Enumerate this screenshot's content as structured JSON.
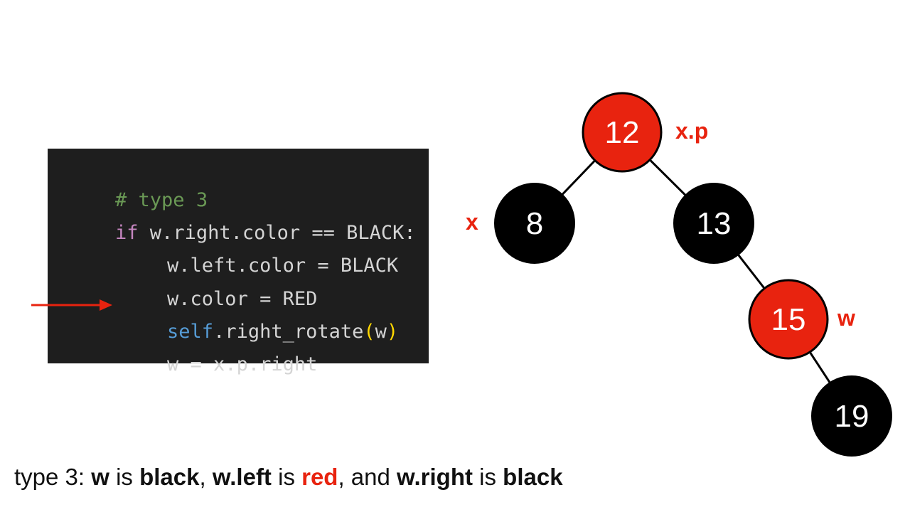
{
  "code": {
    "line1": {
      "comment": "# type 3"
    },
    "line2": {
      "keyword": "if",
      "rest": " w.right.color == BLACK:"
    },
    "line3": {
      "text": "w.left.color = BLACK"
    },
    "line4": {
      "text": "w.color = RED"
    },
    "line5": {
      "self": "self",
      "method": ".right_rotate",
      "open": "(",
      "arg": "w",
      "close": ")"
    },
    "line6": {
      "text": "w = x.p.right"
    }
  },
  "tree": {
    "nodes": [
      {
        "key": "12",
        "color": "red"
      },
      {
        "key": "8",
        "color": "black"
      },
      {
        "key": "13",
        "color": "black"
      },
      {
        "key": "15",
        "color": "red"
      },
      {
        "key": "19",
        "color": "black"
      }
    ],
    "labels": {
      "xp": "x.p",
      "x": "x",
      "w": "w"
    }
  },
  "colors": {
    "red": "#e8230f",
    "black": "#000000",
    "code_bg": "#1e1e1e"
  },
  "caption": {
    "prefix": "type 3: ",
    "w": "w",
    "is1": " is ",
    "black1": "black",
    "sep1": ", ",
    "wleft": "w.left",
    "is2": " is ",
    "red": "red",
    "sep2": ", and ",
    "wright": "w.right",
    "is3": " is ",
    "black2": "black"
  }
}
